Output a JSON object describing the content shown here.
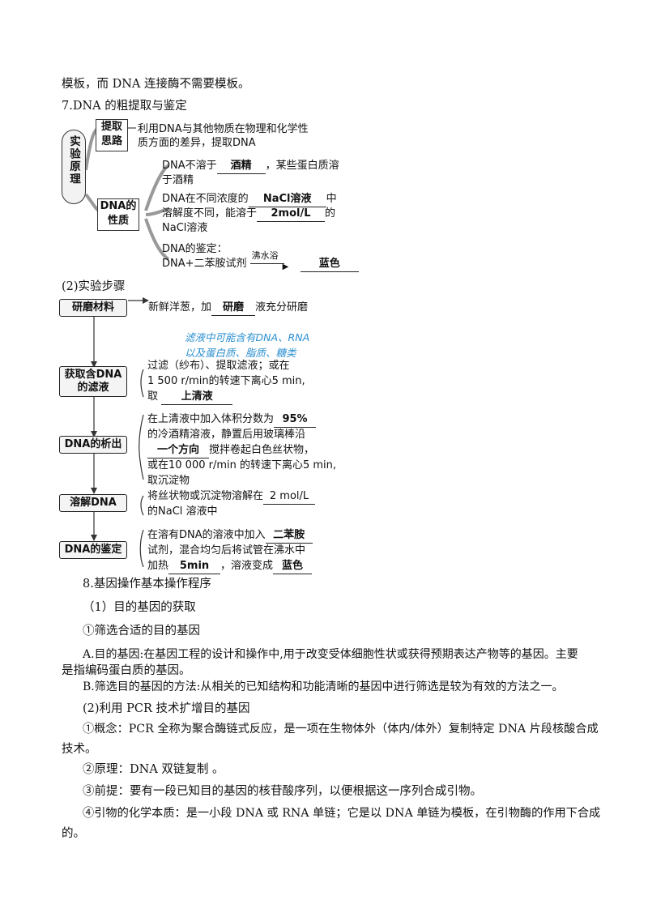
{
  "intro_line": "模板，而 DNA 连接酶不需要模板。",
  "section7_title": "7.DNA 的粗提取与鉴定",
  "principle": {
    "center_label": "实验原理",
    "extract_label_1": "提取",
    "extract_label_2": "思路",
    "extract_text_1": "利用DNA与其他物质在物理和化学性",
    "extract_text_2": "质方面的差异，提取DNA",
    "property_label_1": "DNA的",
    "property_label_2": "性质",
    "prop1_a": "DNA不溶于",
    "prop1_fill": "酒精",
    "prop1_b": "，某些蛋白质溶",
    "prop1_c": "于酒精",
    "prop2_a": "DNA在不同浓度的",
    "prop2_fill": "NaCl溶液",
    "prop2_b": "中",
    "prop2_c": "溶解度不同，能溶于",
    "prop2_fill2": "2mol/L",
    "prop2_d": "的",
    "prop2_e": "NaCl溶液",
    "prop3_a": "DNA的鉴定：",
    "prop3_b": "DNA+二苯胺试剂",
    "prop3_arrow_label": "沸水浴",
    "prop3_fill": "蓝色"
  },
  "steps_title": "(2)实验步骤",
  "steps": {
    "s1_label": "研磨材料",
    "s1_a": "新鲜洋葱，加",
    "s1_fill": "研磨",
    "s1_b": "液充分研磨",
    "handnote_1": "滤液中可能含有DNA、RNA",
    "handnote_2": "以及蛋白质、脂质、糖类",
    "s2_label_1": "获取含DNA",
    "s2_label_2": "的滤液",
    "s2_a": "过滤（纱布）、提取滤液；或在",
    "s2_b": "1 500  r/min的转速下离心5 min,",
    "s2_c": "取",
    "s2_fill": "上清液",
    "s3_label": "DNA的析出",
    "s3_a": "在上清液中加入体积分数为",
    "s3_fill1": "95%",
    "s3_b": "的冷酒精溶液，静置后用玻璃棒沿",
    "s3_fill2": "一个方向",
    "s3_c": "搅拌卷起白色丝状物，",
    "s3_d": "或在10 000  r/min 的转速下离心5 min,",
    "s3_e": "取沉淀物",
    "s4_label": "溶解DNA",
    "s4_a": "将丝状物或沉淀物溶解在",
    "s4_fill": "2 mol/L",
    "s4_b": "的NaCl 溶液中",
    "s5_label": "DNA的鉴定",
    "s5_a": "在溶有DNA的溶液中加入",
    "s5_fill1": "二苯胺",
    "s5_b": "试剂，混合均匀后将试管在沸水中",
    "s5_c": "加热",
    "s5_fill2": "5min",
    "s5_d": "，溶液变成",
    "s5_fill3": "蓝色"
  },
  "section8": {
    "title": "8.基因操作基本操作程序",
    "sub1": "（1）目的基因的获取",
    "item1": "①筛选合适的目的基因",
    "para_a1": "A.目的基因:在基因工程的设计和操作中,用于改变受体细胞性状或获得预期表达产物等的基因。主要",
    "para_a2": "是指编码蛋白质的基因。",
    "para_b": "B.筛选目的基因的方法:从相关的已知结构和功能清晰的基因中进行筛选是较为有效的方法之一。",
    "sub2": "(2)利用 PCR 技术扩增目的基因",
    "c1_a": "①概念：PCR 全称为聚合酶链式反应，是一项在生物体外（体内/体外）复制特定 DNA 片段核酸合成",
    "c1_b": "技术。",
    "c2": "②原理：DNA 双链复制  。",
    "c3": "③前提：要有一段已知目的基因的核苷酸序列，以便根据这一序列合成引物。",
    "c4_a": "④引物的化学本质：是一小段 DNA 或 RNA 单链；它是以 DNA 单链为模板，在引物酶的作用下合成",
    "c4_b": "的。"
  }
}
